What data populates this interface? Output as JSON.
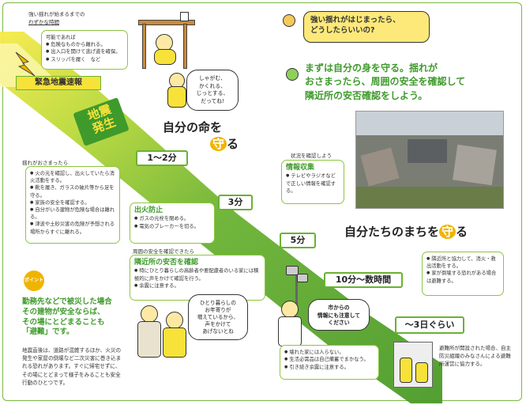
{
  "alert": {
    "pre_title": "強い揺れが始まるまでの",
    "pre_subtitle": "わずかな時間",
    "pre_items": [
      "危険なものから離れる。",
      "出入口を開けて逃げ道を確保。",
      "スリッパを履く　など"
    ],
    "pre_lead": "可能であれば",
    "label": "緊急地震速報"
  },
  "child_speech": "しゃがむ、\nかくれる、\nじっとする、\nだってね!",
  "quake_badge": "地震\n発生",
  "protect_self": {
    "pre": "自分の命を",
    "key": "守",
    "post": "る"
  },
  "protect_town": {
    "pre": "自分たちのまちを",
    "key": "守",
    "post": "る"
  },
  "question": "強い揺れがはじまったら、\nどうしたらいいの?",
  "answer": "まずは自分の身を守る。揺れが\nおさまったら、周囲の安全を確認して\n隣近所の安否確認をしよう。",
  "after_shake": {
    "head": "揺れがおさまったら",
    "items": [
      "火の元を確認し、出火していたら消火活動をする。",
      "靴を履き、ガラスの破片等から足を守る。",
      "家族の安全を確認する。",
      "自分がいる建物が危険な場合は離れる。",
      "津波や土砂災害の危険が予想される場所からすぐに離れる。"
    ]
  },
  "times": [
    "1〜2分",
    "3分",
    "5分",
    "10分〜数時間",
    "〜3日ぐらい"
  ],
  "fire": {
    "title": "出火防止",
    "items": [
      "ガスの元栓を閉める。",
      "電気のブレーカーを切る。"
    ]
  },
  "info": {
    "head": "状況を確認しよう",
    "title": "情報収集",
    "items": [
      "テレビやラジオなどで正しい情報を確認する。"
    ]
  },
  "neighbor": {
    "head": "周囲の安全を確認できたら",
    "title": "隣近所の安否を確認",
    "items": [
      "特にひとり暮らしの高齢者や要配慮者のいる家には積極的に声をかけて確認を行う。",
      "余震に注意する。"
    ]
  },
  "elder_speech": "ひとり暮らしの\nお年寄りが\n増えているから、\n声をかけて\nあげないとね",
  "radio_speech": "市からの\n情報にも注意して\nください",
  "rescue": {
    "items": [
      "隣近所と協力して、消火・救出活動をする。",
      "家が倒壊する恐れがある場合は避難する。"
    ]
  },
  "damage": {
    "items": [
      "壊れた家には入らない。",
      "生活必需品は自己備蓄でまかなう。",
      "引き続き余震に注意する。"
    ]
  },
  "shelter": "避難所が開設された場合、自主防災組織のみなさんによる避難所運営に協力する。",
  "point": {
    "label": "ポイント",
    "title": "勤務先などで被災した場合\nその建物が安全ならば、\nその場にとどまることも\n「避難」です。",
    "body": "地震直後は、道路が混雑するほか、火災の発生や家屋の倒壊など二次災害に巻き込まれる恐れがあります。すぐに帰宅せずに、その場にとどまって様子をみることも安全行動のひとつです。"
  },
  "colors": {
    "green": "#6ab232",
    "accent": "#f0b400",
    "yellow": "#f7e23a"
  }
}
